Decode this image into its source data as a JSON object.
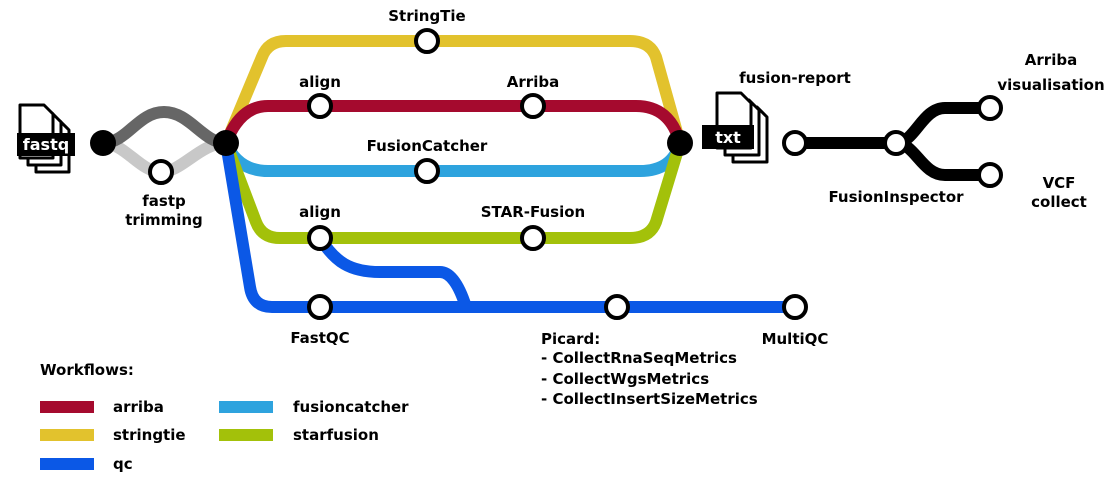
{
  "colors": {
    "arriba": "#a50a2e",
    "stringtie": "#e2c22d",
    "qc": "#0b58e6",
    "fusioncatcher": "#2ea3de",
    "starfusion": "#a3c10a",
    "trimming": "#666666",
    "untrimmed": "#c8c8c8",
    "report": "#000000"
  },
  "files": {
    "input": "fastq",
    "output": "txt"
  },
  "nodes": {
    "stringtie": "StringTie",
    "align_arriba": "align",
    "arriba": "Arriba",
    "fusion_report": "fusion-report",
    "fusioncatcher": "FusionCatcher",
    "fastp": [
      "fastp",
      "trimming"
    ],
    "align_starfusion": "align",
    "star_fusion": "STAR-Fusion",
    "fastqc": "FastQC",
    "picard": [
      "Picard:",
      "- CollectRnaSeqMetrics",
      "- CollectWgsMetrics",
      "- CollectInsertSizeMetrics"
    ],
    "multiqc": "MultiQC",
    "fusion_inspector": "FusionInspector",
    "arriba_vis": [
      "Arriba",
      "visualisation"
    ],
    "vcf": [
      "VCF",
      "collect"
    ]
  },
  "legend": {
    "title": "Workflows:",
    "items": [
      {
        "label": "arriba",
        "color": "#a50a2e"
      },
      {
        "label": "stringtie",
        "color": "#e2c22d"
      },
      {
        "label": "qc",
        "color": "#0b58e6"
      },
      {
        "label": "fusioncatcher",
        "color": "#2ea3de"
      },
      {
        "label": "starfusion",
        "color": "#a3c10a"
      }
    ]
  }
}
